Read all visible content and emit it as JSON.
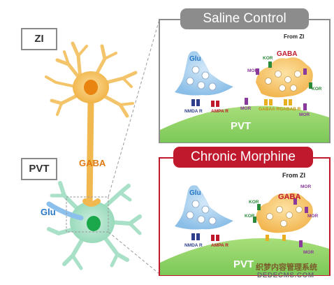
{
  "left": {
    "zi_label": "ZI",
    "pvt_label": "PVT",
    "gaba_label": "GABA",
    "glu_label": "Glu"
  },
  "top_panel": {
    "title": "Saline Control",
    "from_zi": "From ZI",
    "glu": "Glu",
    "gaba": "GABA",
    "pvt": "PVT",
    "nmda": "NMDA R",
    "ampa": "AMPA R",
    "gaba_a": "GABAA R",
    "gaba_b": "GABAB R",
    "kor": [
      "KOR",
      "KOR"
    ],
    "mor": [
      "MOR",
      "MOR",
      "MOR"
    ]
  },
  "bottom_panel": {
    "title": "Chronic Morphine",
    "from_zi": "From ZI",
    "glu": "Glu",
    "gaba": "GABA",
    "pvt": "PVT",
    "nmda": "NMDA R",
    "ampa": "AMPA R",
    "kor": [
      "KOR",
      "KOR"
    ],
    "mor": [
      "MOR",
      "MOR",
      "MOR"
    ]
  },
  "watermark": {
    "line1": "织梦内容管理系统",
    "line2": "DEDECMS.COM"
  },
  "colors": {
    "zi_neuron": "#f4c46a",
    "zi_soma": "#e8840f",
    "pvt_neuron": "#a8e0c8",
    "pvt_soma": "#1aa84a",
    "saline_header": "#8c8c8c",
    "morphine_header": "#c0182c",
    "glu_terminal": "#9cc8ec",
    "gaba_terminal": "#f6c66c",
    "membrane": "#9ad66e"
  }
}
